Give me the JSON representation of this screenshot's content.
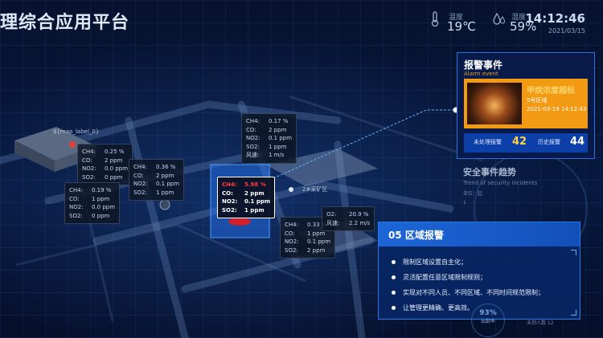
{
  "header": {
    "title": "理综合应用平台",
    "temperature": {
      "label": "温度",
      "value": "19℃"
    },
    "humidity": {
      "label": "湿度",
      "value": "59%"
    },
    "time": "14:12:46",
    "date": "2021/03/15"
  },
  "map_labels": [
    "${map_label_0}",
    "2#采矿区"
  ],
  "sensors": [
    {
      "rows": [
        [
          "CH4:",
          "0.25 %"
        ],
        [
          "CO:",
          "2 ppm"
        ],
        [
          "NO2:",
          "0.0 ppm"
        ],
        [
          "SO2:",
          "0 ppm"
        ]
      ]
    },
    {
      "rows": [
        [
          "CH4:",
          "0.19 %"
        ],
        [
          "CO:",
          "1 ppm"
        ],
        [
          "NO2:",
          "0.0 ppm"
        ],
        [
          "SO2:",
          "0 ppm"
        ]
      ]
    },
    {
      "rows": [
        [
          "CH4:",
          "0.36 %"
        ],
        [
          "CO:",
          "2 ppm"
        ],
        [
          "NO2:",
          "0.1 ppm"
        ],
        [
          "SO2:",
          "1 ppm"
        ]
      ]
    },
    {
      "rows": [
        [
          "CH4:",
          "0.17 %"
        ],
        [
          "CO:",
          "2 ppm"
        ],
        [
          "NO2:",
          "0.1 ppm"
        ],
        [
          "SO2:",
          "1 ppm"
        ],
        [
          "风速:",
          "1 m/s"
        ]
      ]
    },
    {
      "rows": [
        [
          "CH4:",
          "5.98 %"
        ],
        [
          "CO:",
          "2 ppm"
        ],
        [
          "NO2:",
          "0.1 ppm"
        ],
        [
          "SO2:",
          "1 ppm"
        ]
      ]
    },
    {
      "rows": [
        [
          "CH4:",
          "0.33 %"
        ],
        [
          "CO:",
          "1 ppm"
        ],
        [
          "NO2:",
          "0.1 ppm"
        ],
        [
          "SO2:",
          "2 ppm"
        ]
      ]
    },
    {
      "rows": [
        [
          "O2:",
          "20.9 %"
        ],
        [
          "风速:",
          "2.2 m/s"
        ]
      ]
    }
  ],
  "alarm_event": {
    "title": "报警事件",
    "subtitle": "Alarm event",
    "event_title": "甲烷浓度超标",
    "zone": "5号区域",
    "datetime": "2021-03-19 14:12:43",
    "unhandled_label": "未处理报警",
    "unhandled_count": "42",
    "history_label": "历史报警",
    "history_count": "44"
  },
  "trend": {
    "title": "安全事件趋势",
    "subtitle": "Trend of security incidents",
    "unit": "单位：起",
    "tick": "1"
  },
  "region_alarm": {
    "title": "05 区域报警",
    "items": [
      "限制区域设置自主化；",
      "灵活配置任意区域限制规则；",
      "实现对不同人员、不同区域、不同时间规范限制；",
      "让管理更精确、更高效。"
    ]
  },
  "attendance": {
    "percent": "93%",
    "label": "出勤率",
    "unarrived": "未到人数 12"
  },
  "colors": {
    "accent": "#1d66d8",
    "alarm_orange": "#f29a12",
    "danger": "#ff3b3b",
    "count_yellow": "#ffd24a"
  }
}
